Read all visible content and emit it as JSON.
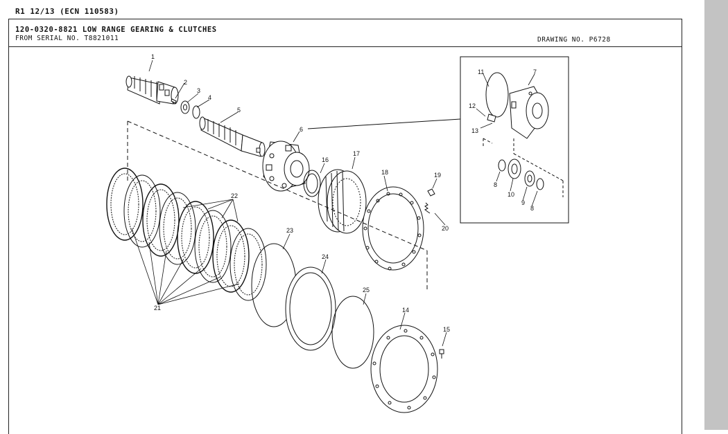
{
  "header": {
    "revision": "R1  12/13  (ECN  110583)",
    "title": "120-0320-8821  LOW  RANGE  GEARING  &  CLUTCHES",
    "serial": "FROM SERIAL NO. T8821011",
    "drawing_no": "DRAWING NO. P6728"
  },
  "callouts": [
    "1",
    "2",
    "3",
    "4",
    "5",
    "6",
    "7",
    "8",
    "8",
    "9",
    "10",
    "11",
    "12",
    "13",
    "14",
    "15",
    "16",
    "17",
    "18",
    "19",
    "20",
    "21",
    "22",
    "23",
    "24",
    "25"
  ]
}
